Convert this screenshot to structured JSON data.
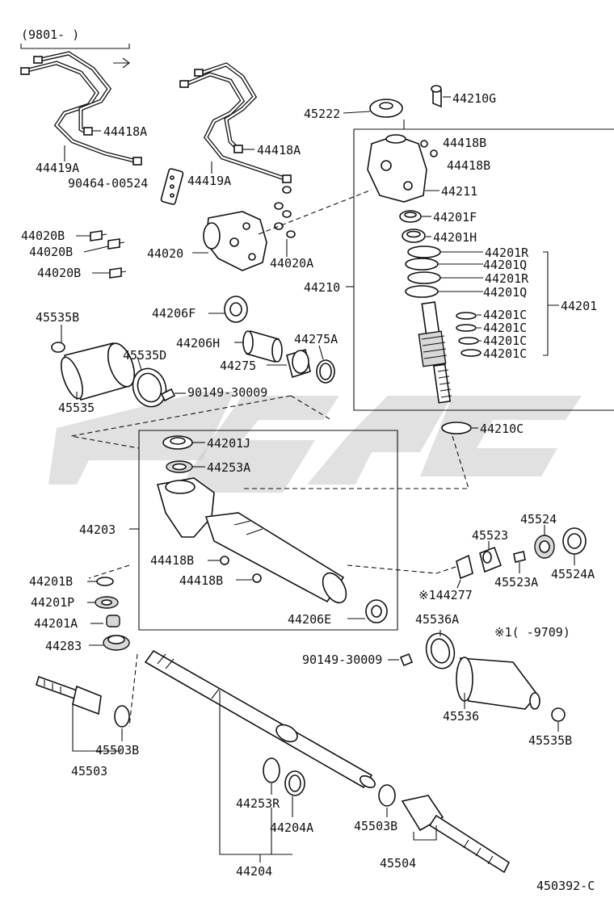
{
  "diagram": {
    "date_range": "(9801-      )",
    "footnote": "※1(      -9709)",
    "figure_code": "450392-C",
    "labels": {
      "p44418A_1": "44418A",
      "p44419A_1": "44419A",
      "p90464": "90464-00524",
      "p44418A_2": "44418A",
      "p44419A_2": "44419A",
      "p45222": "45222",
      "p44210G": "44210G",
      "p44418B_1": "44418B",
      "p44418B_2": "44418B",
      "p44211": "44211",
      "p44201F": "44201F",
      "p44201H": "44201H",
      "p44201R_1": "44201R",
      "p44201Q_1": "44201Q",
      "p44201R_2": "44201R",
      "p44201Q_2": "44201Q",
      "p44201": "44201",
      "p44201C_1": "44201C",
      "p44201C_2": "44201C",
      "p44201C_3": "44201C",
      "p44201C_4": "44201C",
      "p44210": "44210",
      "p44020B_1": "44020B",
      "p44020B_2": "44020B",
      "p44020B_3": "44020B",
      "p44020": "44020",
      "p44020A": "44020A",
      "p45535B_1": "45535B",
      "p44206F": "44206F",
      "p44206H": "44206H",
      "p44275A": "44275A",
      "p44275": "44275",
      "p45535D": "45535D",
      "p90149_1": "90149-30009",
      "p45535": "45535",
      "p44210C": "44210C",
      "p44201J": "44201J",
      "p44253A": "44253A",
      "p44203": "44203",
      "p45524": "45524",
      "p45523": "45523",
      "p45524A": "45524A",
      "p45523A": "45523A",
      "p44418B_3": "44418B",
      "p44418B_4": "44418B",
      "p44277": "※144277",
      "p44201B": "44201B",
      "p44201P": "44201P",
      "p44201A": "44201A",
      "p44283": "44283",
      "p44206E": "44206E",
      "p45536A": "45536A",
      "p90149_2": "90149-30009",
      "p45536": "45536",
      "p45535B_2": "45535B",
      "p45503B_1": "45503B",
      "p45503": "45503",
      "p44253R": "44253R",
      "p44204A": "44204A",
      "p45503B_2": "45503B",
      "p44204": "44204",
      "p45504": "45504"
    }
  }
}
